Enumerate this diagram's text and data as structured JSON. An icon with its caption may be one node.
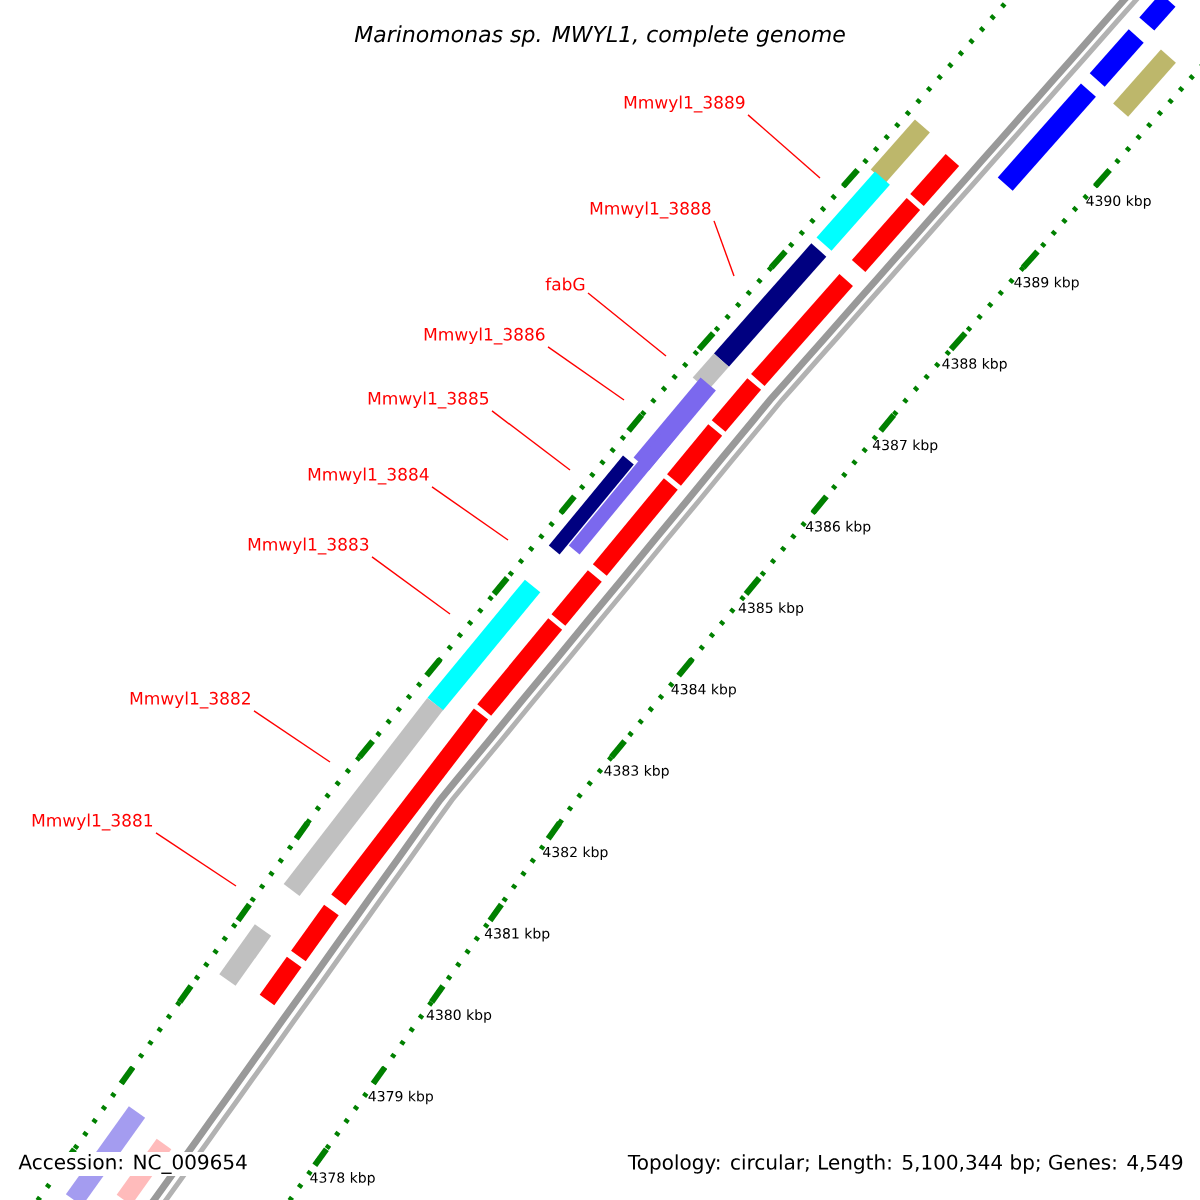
{
  "diagram": {
    "title": "*Marinomonas sp. MWYL1, complete genome*",
    "nodes": [
      {
        "text": [
          "Mmwyl1_3889"
        ]
      },
      {
        "text": [
          "Mmwyl1_3888"
        ]
      },
      {
        "text": [
          "fabG"
        ]
      },
      {
        "text": [
          "Mmwyl1_3886"
        ]
      },
      {
        "text": [
          "Mmwyl1_3885"
        ]
      },
      {
        "text": [
          "Mmwyl1_3884"
        ]
      },
      {
        "text": [
          "Mmwyl1_3883"
        ]
      },
      {
        "text": [
          "Mmwyl1_3882"
        ]
      },
      {
        "text": [
          "Mmwyl1_3881"
        ]
      }
    ],
    "edges": [
      {
        "from": 0,
        "to": null,
        "arrow": "none"
      },
      {
        "from": 1,
        "to": null,
        "arrow": "none"
      },
      {
        "from": 2,
        "to": null,
        "arrow": "none"
      },
      {
        "from": 3,
        "to": null,
        "arrow": "none"
      },
      {
        "from": 4,
        "to": null,
        "arrow": "none"
      },
      {
        "from": 5,
        "to": null,
        "arrow": "none"
      },
      {
        "from": 6,
        "to": null,
        "arrow": "none"
      },
      {
        "from": 7,
        "to": null,
        "arrow": "none"
      },
      {
        "from": 8,
        "to": null,
        "arrow": "none"
      }
    ],
    "labels": [
      "4390 kbp",
      "4389 kbp",
      "4388 kbp",
      "4387 kbp",
      "4386 kbp",
      "4385 kbp",
      "4384 kbp",
      "4383 kbp",
      "4382 kbp",
      "4381 kbp",
      "4380 kbp",
      "4379 kbp",
      "4378 kbp",
      "Accession: NC_009654",
      "Topology: circular; Length: 5,100,344 bp; Genes: 4,549"
    ]
  }
}
